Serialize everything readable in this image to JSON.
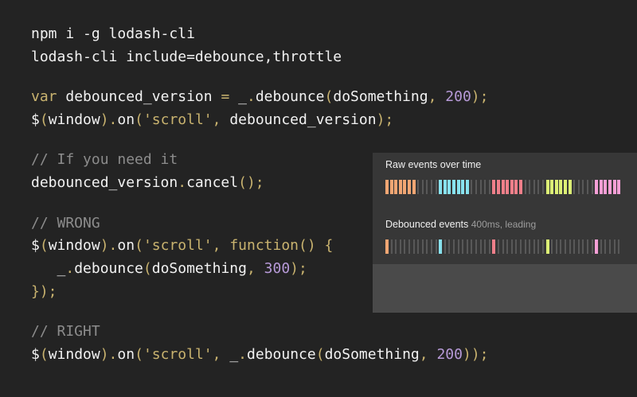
{
  "code": {
    "lines": [
      [
        {
          "t": "plain",
          "v": "npm i -g lodash-cli"
        }
      ],
      [
        {
          "t": "plain",
          "v": "lodash-cli include=debounce,throttle"
        }
      ],
      "blank",
      [
        {
          "t": "kw",
          "v": "var "
        },
        {
          "t": "plain",
          "v": "debounced_version "
        },
        {
          "t": "punc",
          "v": "= "
        },
        {
          "t": "plain",
          "v": "_"
        },
        {
          "t": "punc",
          "v": "."
        },
        {
          "t": "plain",
          "v": "debounce"
        },
        {
          "t": "punc",
          "v": "("
        },
        {
          "t": "plain",
          "v": "doSomething"
        },
        {
          "t": "punc",
          "v": ", "
        },
        {
          "t": "num",
          "v": "200"
        },
        {
          "t": "punc",
          "v": ");"
        }
      ],
      [
        {
          "t": "plain",
          "v": "$"
        },
        {
          "t": "punc",
          "v": "("
        },
        {
          "t": "plain",
          "v": "window"
        },
        {
          "t": "punc",
          "v": ")."
        },
        {
          "t": "plain",
          "v": "on"
        },
        {
          "t": "punc",
          "v": "("
        },
        {
          "t": "str",
          "v": "'scroll'"
        },
        {
          "t": "punc",
          "v": ", "
        },
        {
          "t": "plain",
          "v": "debounced_version"
        },
        {
          "t": "punc",
          "v": ");"
        }
      ],
      "blank",
      [
        {
          "t": "com",
          "v": "// If you need it"
        }
      ],
      [
        {
          "t": "plain",
          "v": "debounced_version"
        },
        {
          "t": "punc",
          "v": "."
        },
        {
          "t": "plain",
          "v": "cancel"
        },
        {
          "t": "punc",
          "v": "();"
        }
      ],
      "blank",
      [
        {
          "t": "com",
          "v": "// WRONG"
        }
      ],
      [
        {
          "t": "plain",
          "v": "$"
        },
        {
          "t": "punc",
          "v": "("
        },
        {
          "t": "plain",
          "v": "window"
        },
        {
          "t": "punc",
          "v": ")."
        },
        {
          "t": "plain",
          "v": "on"
        },
        {
          "t": "punc",
          "v": "("
        },
        {
          "t": "str",
          "v": "'scroll'"
        },
        {
          "t": "punc",
          "v": ", "
        },
        {
          "t": "kw",
          "v": "function"
        },
        {
          "t": "punc",
          "v": "() {"
        }
      ],
      [
        {
          "t": "plain",
          "v": "   _"
        },
        {
          "t": "punc",
          "v": "."
        },
        {
          "t": "plain",
          "v": "debounce"
        },
        {
          "t": "punc",
          "v": "("
        },
        {
          "t": "plain",
          "v": "doSomething"
        },
        {
          "t": "punc",
          "v": ", "
        },
        {
          "t": "num",
          "v": "300"
        },
        {
          "t": "punc",
          "v": ");"
        }
      ],
      [
        {
          "t": "punc",
          "v": "});"
        }
      ],
      "blank",
      [
        {
          "t": "com",
          "v": "// RIGHT"
        }
      ],
      [
        {
          "t": "plain",
          "v": "$"
        },
        {
          "t": "punc",
          "v": "("
        },
        {
          "t": "plain",
          "v": "window"
        },
        {
          "t": "punc",
          "v": ")."
        },
        {
          "t": "plain",
          "v": "on"
        },
        {
          "t": "punc",
          "v": "("
        },
        {
          "t": "str",
          "v": "'scroll'"
        },
        {
          "t": "punc",
          "v": ", "
        },
        {
          "t": "plain",
          "v": "_"
        },
        {
          "t": "punc",
          "v": "."
        },
        {
          "t": "plain",
          "v": "debounce"
        },
        {
          "t": "punc",
          "v": "("
        },
        {
          "t": "plain",
          "v": "doSomething"
        },
        {
          "t": "punc",
          "v": ", "
        },
        {
          "t": "num",
          "v": "200"
        },
        {
          "t": "punc",
          "v": "));"
        }
      ]
    ]
  },
  "panel": {
    "raw_title": "Raw events over time",
    "debounced_title": "Debounced events",
    "debounced_subtitle": "400ms, leading",
    "colors": [
      "#f0a673",
      "#88e2ee",
      "#ee7f8a",
      "#dcef75",
      "#f59fd6"
    ],
    "raw_groups": [
      {
        "color_index": 0,
        "count": 7
      },
      {
        "color_index": 1,
        "count": 7
      },
      {
        "color_index": 2,
        "count": 7
      },
      {
        "color_index": 3,
        "count": 6
      },
      {
        "color_index": 4,
        "count": 6
      }
    ],
    "debounced_groups": [
      {
        "color_index": 0
      },
      {
        "color_index": 1
      },
      {
        "color_index": 2
      },
      {
        "color_index": 3
      },
      {
        "color_index": 4
      }
    ],
    "tick_color": "#585858"
  }
}
